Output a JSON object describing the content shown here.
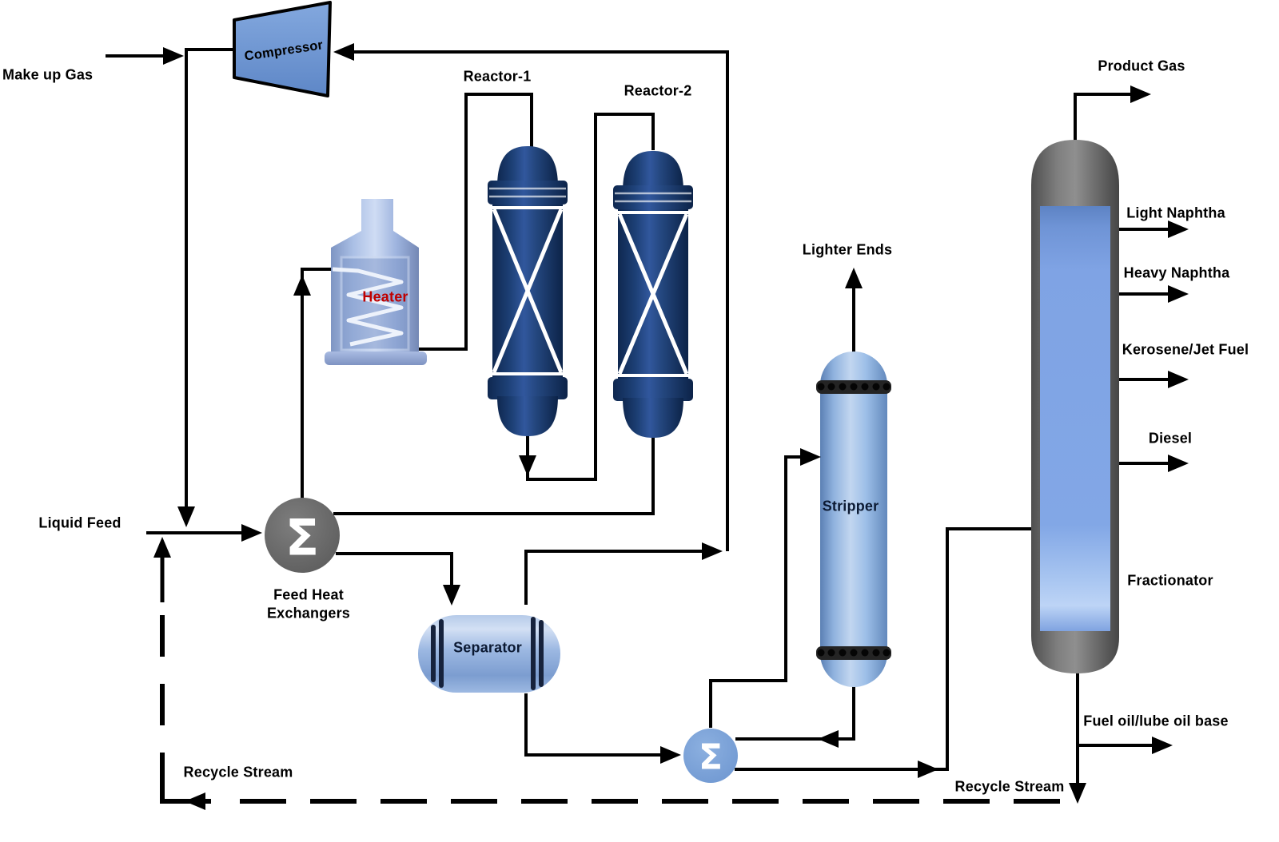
{
  "labels": {
    "make_up_gas": "Make up Gas",
    "compressor": "Compressor",
    "reactor_1": "Reactor-1",
    "reactor_2": "Reactor-2",
    "heater": "Heater",
    "liquid_feed": "Liquid Feed",
    "feed_heat_exchangers": "Feed Heat Exchangers",
    "separator": "Separator",
    "lighter_ends": "Lighter Ends",
    "stripper": "Stripper",
    "product_gas": "Product Gas",
    "light_naphtha": "Light Naphtha",
    "heavy_naphtha": "Heavy Naphtha",
    "kerosene_jet_fuel": "Kerosene/Jet Fuel",
    "diesel": "Diesel",
    "fractionator": "Fractionator",
    "fuel_oil_lube_oil_base": "Fuel oil/lube oil base",
    "recycle_stream_left": "Recycle Stream",
    "recycle_stream_right": "Recycle Stream"
  },
  "icons": {
    "exchanger_sigma": "Σ"
  },
  "colors": {
    "line_black": "#000000",
    "compressor_blue": "#6d97d3",
    "reactor_navy": "#1d4076",
    "vessel_light_blue": "#9dbfe8",
    "exchanger_gray": "#676767",
    "exchanger_blue": "#7ba1d8",
    "fractionator_gray": "#7f7f7f",
    "fractionator_panel_blue": "#82a7e6",
    "heater_label_red": "#c00000"
  }
}
